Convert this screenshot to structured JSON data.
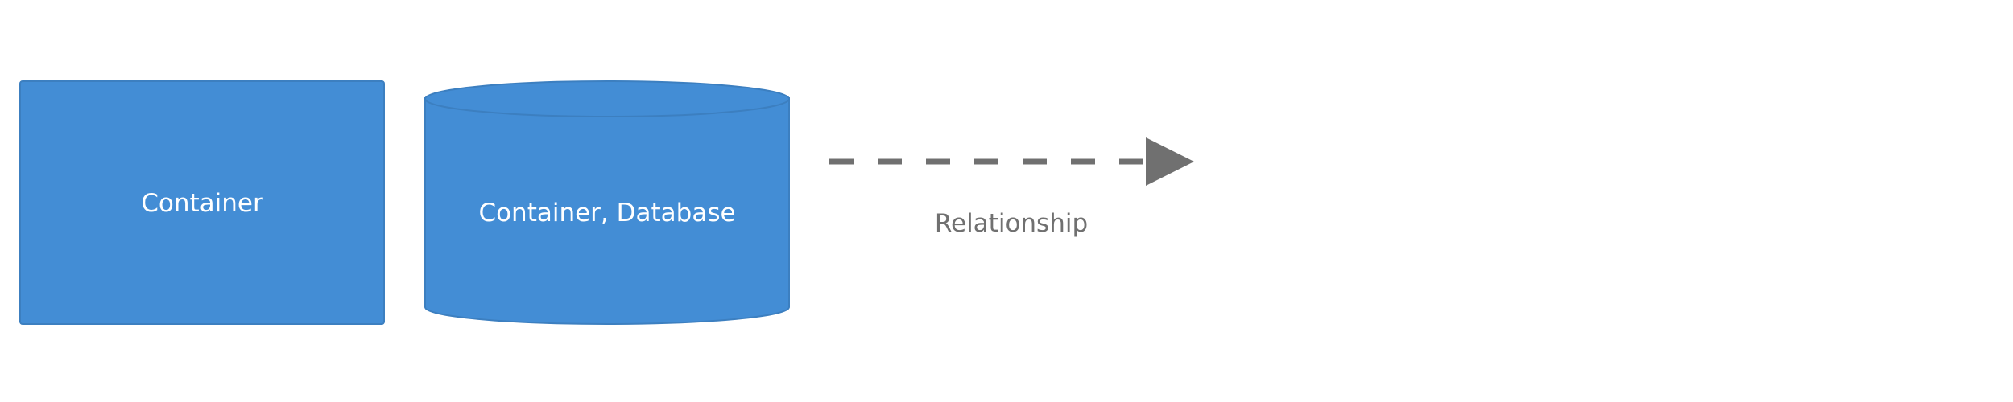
{
  "diagram": {
    "nodes": [
      {
        "id": "container",
        "shape": "box",
        "label": "Container"
      },
      {
        "id": "container-database",
        "shape": "cylinder",
        "label": "Container, Database"
      }
    ],
    "edges": [
      {
        "style": "dashed",
        "arrowhead": "filled-triangle",
        "label": "Relationship"
      }
    ]
  },
  "colors": {
    "node_fill": "#438dd5",
    "node_stroke": "#3c7fc0",
    "node_text": "#ffffff",
    "edge": "#707070",
    "edge_text": "#707070",
    "background": "#ffffff"
  }
}
